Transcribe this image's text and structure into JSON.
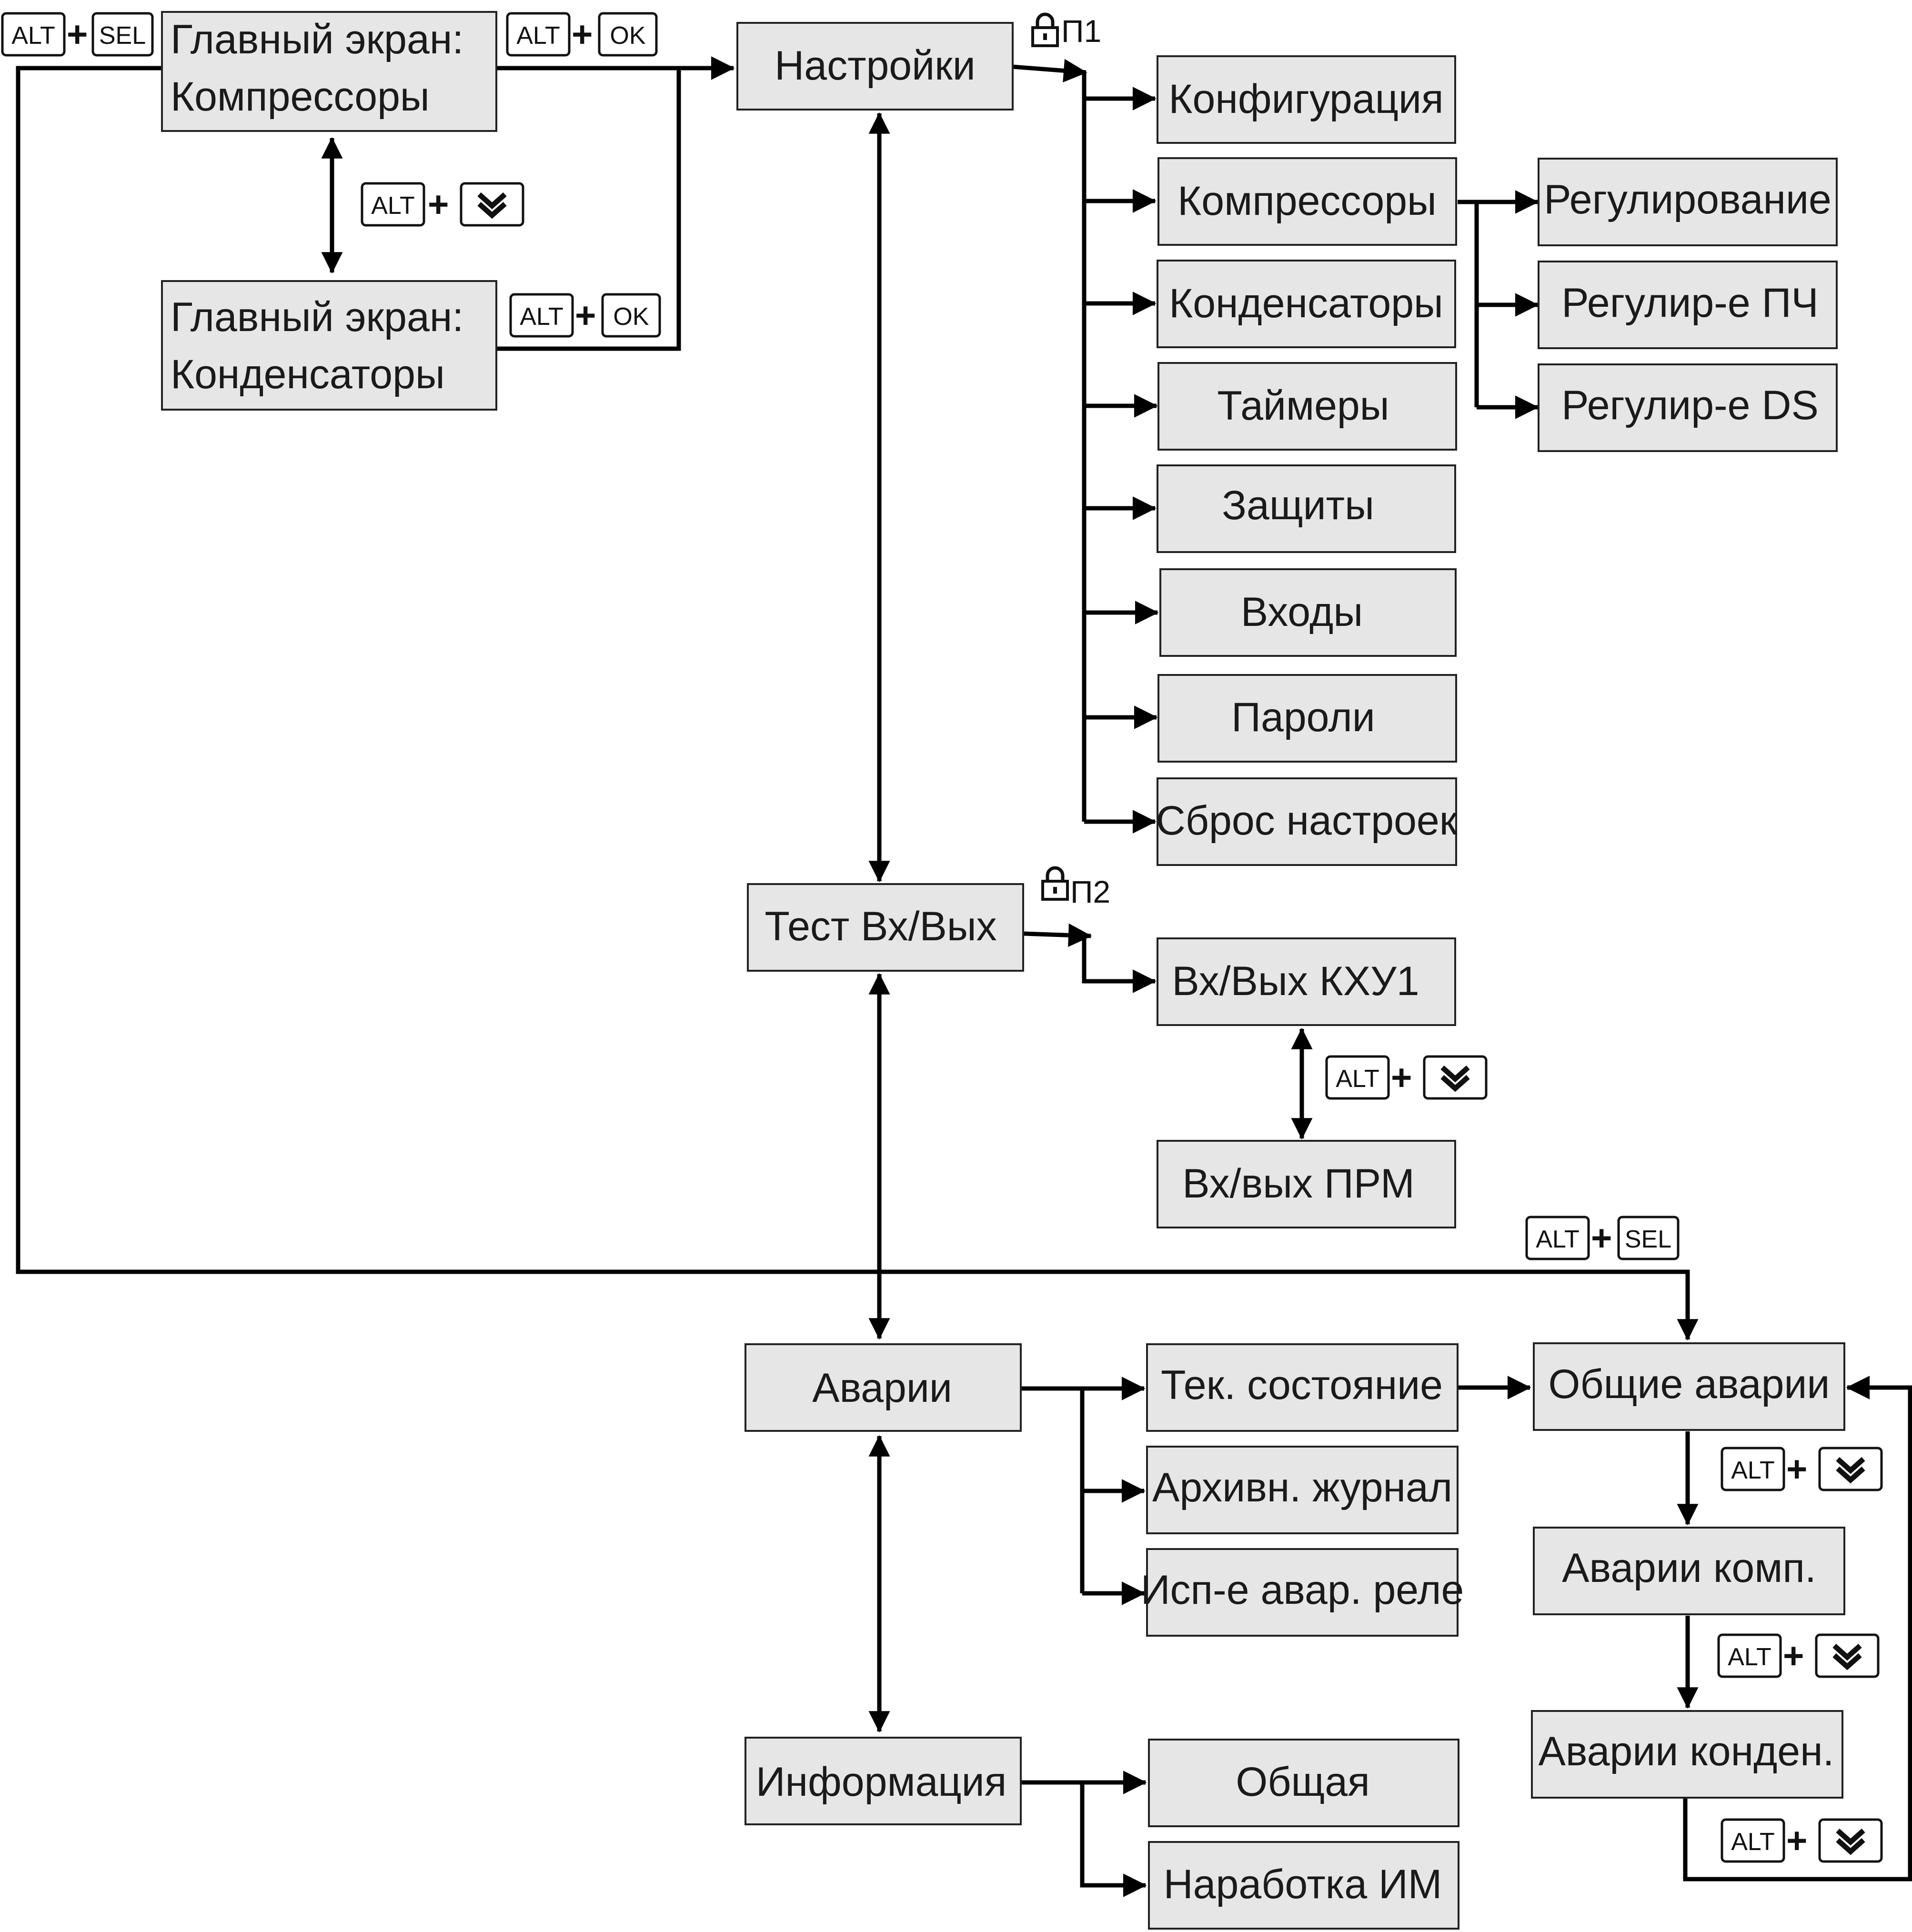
{
  "labels": {
    "main_compressors": [
      "Главный экран:",
      "Компрессоры"
    ],
    "main_condensers": [
      "Главный экран:",
      "Конденсаторы"
    ],
    "settings": "Настройки",
    "configuration": "Конфигурация",
    "compressors": "Компрессоры",
    "condensers": "Конденсаторы",
    "timers": "Таймеры",
    "protections": "Защиты",
    "inputs": "Входы",
    "passwords": "Пароли",
    "reset": "Сброс настроек",
    "regulation": "Регулирование",
    "regulation_vfd": "Регулир-е ПЧ",
    "regulation_ds": "Регулир-е DS",
    "test_io": "Тест Вх/Вых",
    "io_kxu1": "Вх/Вых КХУ1",
    "io_prm": "Вх/вых ПРМ",
    "alarms": "Аварии",
    "current_state": "Тек. состояние",
    "archive_log": "Архивн. журнал",
    "alarm_relay": "Исп-е авар. реле",
    "general_alarms": "Общие аварии",
    "comp_alarms": "Аварии комп.",
    "cond_alarms": "Аварии конден.",
    "information": "Информация",
    "general": "Общая",
    "runtime": "Наработка ИМ"
  },
  "keys": {
    "alt": "ALT",
    "sel": "SEL",
    "ok": "OK",
    "plus": "+",
    "down_icon": "double-chevron-down-icon"
  },
  "locks": {
    "p1": "П1",
    "p2": "П2",
    "icon": "padlock-icon"
  }
}
